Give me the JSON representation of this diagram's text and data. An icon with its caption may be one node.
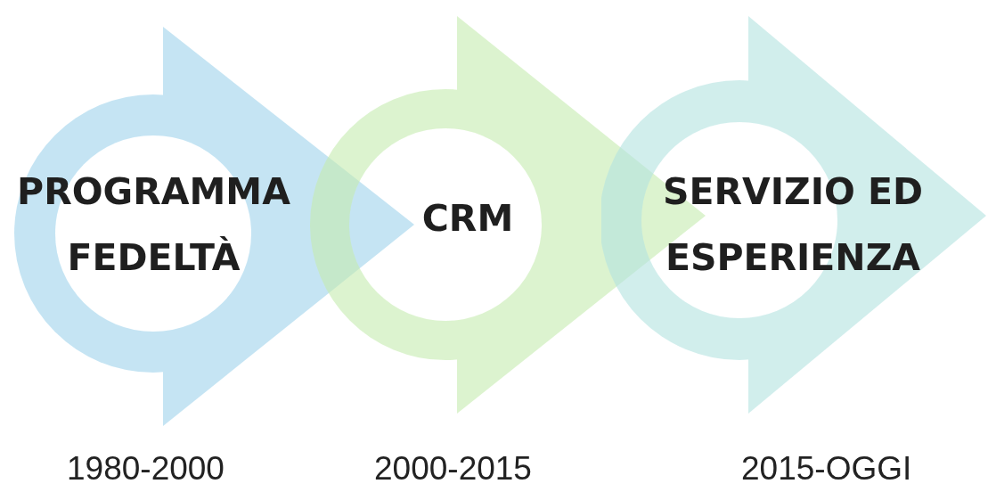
{
  "diagram": {
    "nodes": [
      {
        "text": [
          "PROGRAMMA FEDELTÀ"
        ]
      },
      {
        "text": [
          "CRM"
        ]
      },
      {
        "text": [
          "SERVIZIO ED ESPERIENZA"
        ]
      }
    ],
    "labels": [
      "1980-2000",
      "2000-2015",
      "2015-OGGI"
    ]
  }
}
